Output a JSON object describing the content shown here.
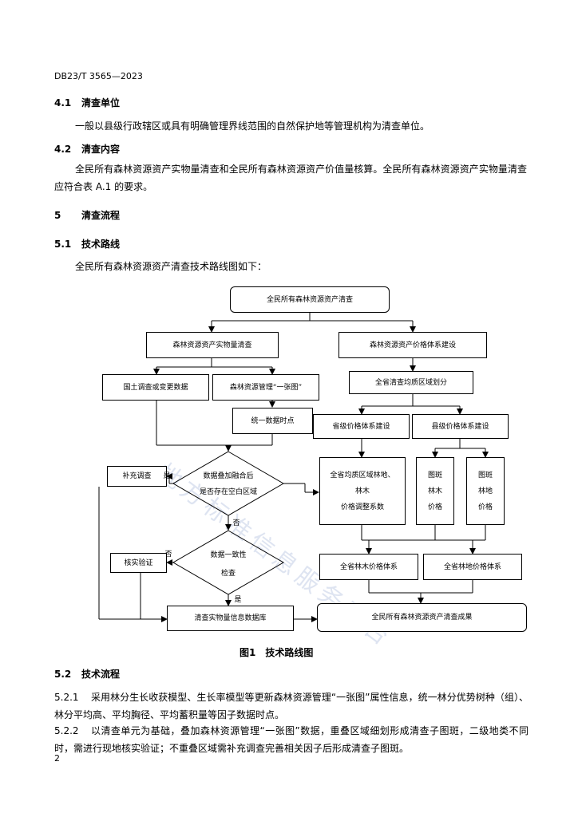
{
  "header": {
    "doc_code": "DB23/T 3565—2023"
  },
  "sec_4_1": {
    "num": "4.1",
    "title": "清查单位",
    "text": "一般以县级行政辖区或具有明确管理界线范围的自然保护地等管理机构为清查单位。"
  },
  "sec_4_2": {
    "num": "4.2",
    "title": "清查内容",
    "text": "全民所有森林资源资产实物量清查和全民所有森林资源资产价值量核算。全民所有森林资源资产实物量清查应符合表 A.1 的要求。"
  },
  "sec_5": {
    "num": "5",
    "title": "清查流程"
  },
  "sec_5_1": {
    "num": "5.1",
    "title": "技术路线",
    "intro": "全民所有森林资源资产清查技术路线图如下："
  },
  "diagram": {
    "root": "全民所有森林资源资产清查",
    "physical": "森林资源资产实物量清查",
    "value_system": "森林资源资产价格体系建设",
    "land_survey": "国土调查或变更数据",
    "one_map": "森林资源管理“一张图”",
    "unify_time": "统一数据时点",
    "overlay_q1": "数据叠加融合后",
    "overlay_q2": "是否存在空白区域",
    "supplement": "补充调查",
    "yes_label": "是",
    "no_label": "否",
    "consistency_q1": "数据一致性",
    "consistency_q2": "检查",
    "verify": "核实验证",
    "database": "清查实物量信息数据库",
    "province_zoning": "全省清查均质区域划分",
    "province_price": "省级价格体系建设",
    "county_price": "县级价格体系建设",
    "coeff_1": "全省均质区域林地、",
    "coeff_2": "林木",
    "coeff_3": "价格调整系数",
    "spot_wood_1": "图斑",
    "spot_wood_2": "林木",
    "spot_wood_3": "价格",
    "spot_land_1": "图斑",
    "spot_land_2": "林地",
    "spot_land_3": "价格",
    "wood_system": "全省林木价格体系",
    "land_system": "全省林地价格体系",
    "result": "全民所有森林资源资产清查成果"
  },
  "figure": {
    "caption": "图1　技术路线图"
  },
  "sec_5_2": {
    "num": "5.2",
    "title": "技术流程"
  },
  "para_5_2_1": {
    "num": "5.2.1",
    "text": "采用林分生长收获模型、生长率模型等更新森林资源管理“一张图”属性信息，统一林分优势树种（组）、林分平均高、平均胸径、平均蓄积量等因子数据时点。"
  },
  "para_5_2_2": {
    "num": "5.2.2",
    "text": "以清查单元为基础，叠加森林资源管理“一张图”数据，重叠区域细划形成清查子图斑，二级地类不同时，需进行现地核实验证；不重叠区域需补充调查完善相关因子后形成清查子图斑。"
  },
  "footer": {
    "page_number": "2"
  },
  "watermark": "地方标准信息服务平台"
}
